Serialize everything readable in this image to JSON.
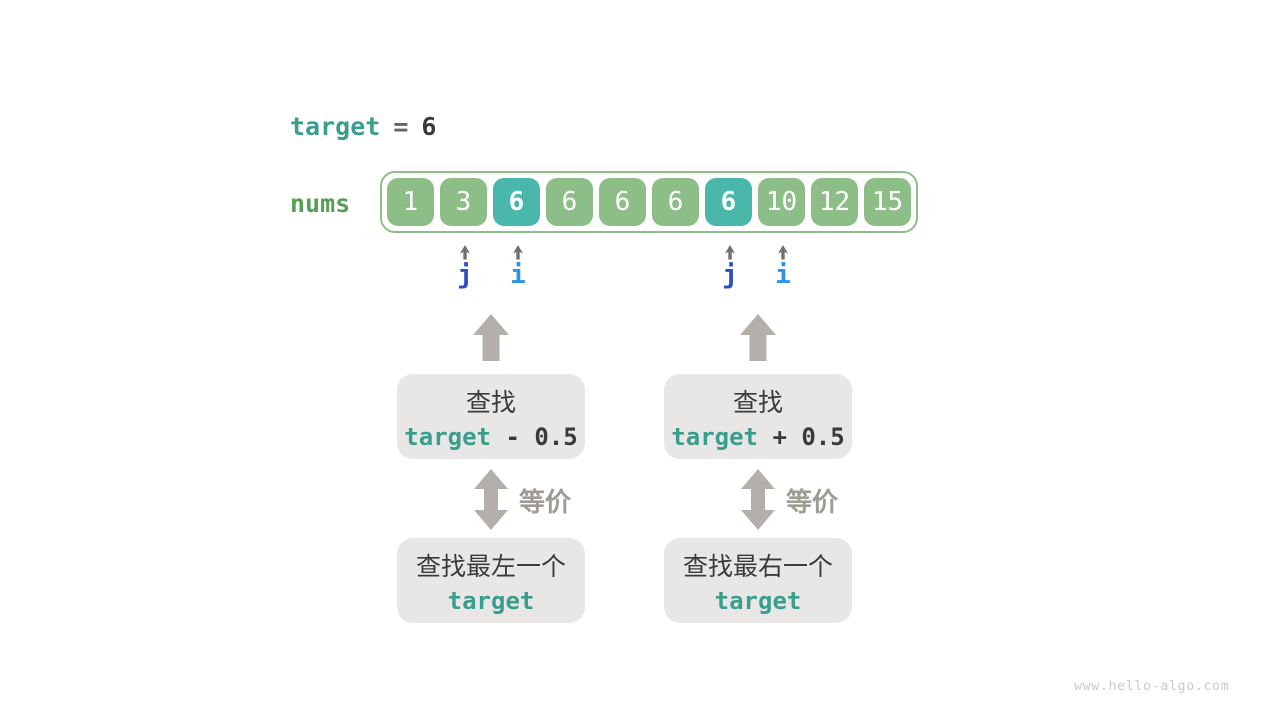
{
  "palette": {
    "teal_text": "#3a9e8d",
    "dark_text": "#3a3a3a",
    "equals_gray": "#666666",
    "nums_green": "#55a055",
    "cell_green": "#8dbe88",
    "cell_teal": "#49b8ab",
    "array_border_green": "#8dbe88",
    "box_bg": "#e8e7e5",
    "block_arrow_gray": "#b3afaa",
    "equiv_text_gray": "#9e9a95",
    "pointer_arrow_gray": "#6f6f6f",
    "pointer_j_blue": "#2b4ec5",
    "pointer_i_blue": "#2e95e5",
    "watermark_gray": "#cbcbcb"
  },
  "header": {
    "variable": "target",
    "equals": "=",
    "value": "6"
  },
  "array": {
    "label": "nums",
    "values": [
      1,
      3,
      6,
      6,
      6,
      6,
      6,
      10,
      12,
      15
    ],
    "highlight_indices": [
      2,
      6
    ]
  },
  "pointers": [
    {
      "label": "j",
      "index": 1,
      "color": "pointer_j_blue"
    },
    {
      "label": "i",
      "index": 2,
      "color": "pointer_i_blue"
    },
    {
      "label": "j",
      "index": 6,
      "color": "pointer_j_blue"
    },
    {
      "label": "i",
      "index": 7,
      "color": "pointer_i_blue"
    }
  ],
  "flow": {
    "left": {
      "search_label": "查找",
      "expr_var": "target",
      "expr_rest": " - 0.5",
      "equiv_label": "等价",
      "result_line1": "查找最左一个",
      "result_line2": "target"
    },
    "right": {
      "search_label": "查找",
      "expr_var": "target",
      "expr_rest": " + 0.5",
      "equiv_label": "等价",
      "result_line1": "查找最右一个",
      "result_line2": "target"
    }
  },
  "watermark": "www.hello-algo.com"
}
